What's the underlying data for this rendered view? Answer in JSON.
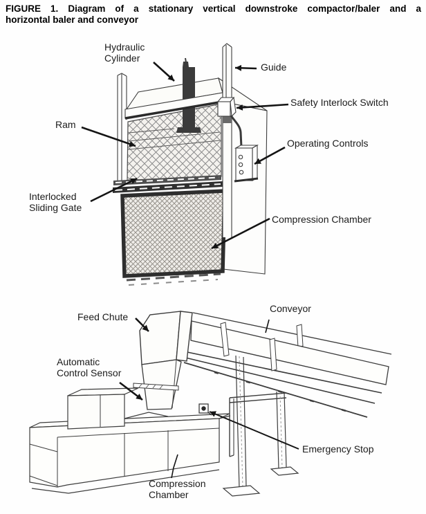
{
  "figure": {
    "title_line1": "FIGURE 1. Diagram of a stationary vertical downstroke compactor/baler and a",
    "title_line2": "horizontal baler and conveyor"
  },
  "top_diagram": {
    "labels": {
      "hydraulic_cylinder": {
        "line1": "Hydraulic",
        "line2": "Cylinder"
      },
      "guide": {
        "text": "Guide"
      },
      "safety_interlock_switch": {
        "text": "Safety Interlock Switch"
      },
      "ram": {
        "text": "Ram"
      },
      "operating_controls": {
        "text": "Operating Controls"
      },
      "interlocked_sliding_gate": {
        "line1": "Interlocked",
        "line2": "Sliding Gate"
      },
      "compression_chamber": {
        "text": "Compression Chamber"
      }
    }
  },
  "bottom_diagram": {
    "labels": {
      "feed_chute": {
        "text": "Feed Chute"
      },
      "conveyor": {
        "text": "Conveyor"
      },
      "automatic_control_sensor": {
        "line1": "Automatic",
        "line2": "Control Sensor"
      },
      "emergency_stop": {
        "text": "Emergency Stop"
      },
      "compression_chamber": {
        "line1": "Compression",
        "line2": "Chamber"
      }
    }
  },
  "colors": {
    "ink": "#1c1c1c",
    "paper": "#ffffff"
  }
}
